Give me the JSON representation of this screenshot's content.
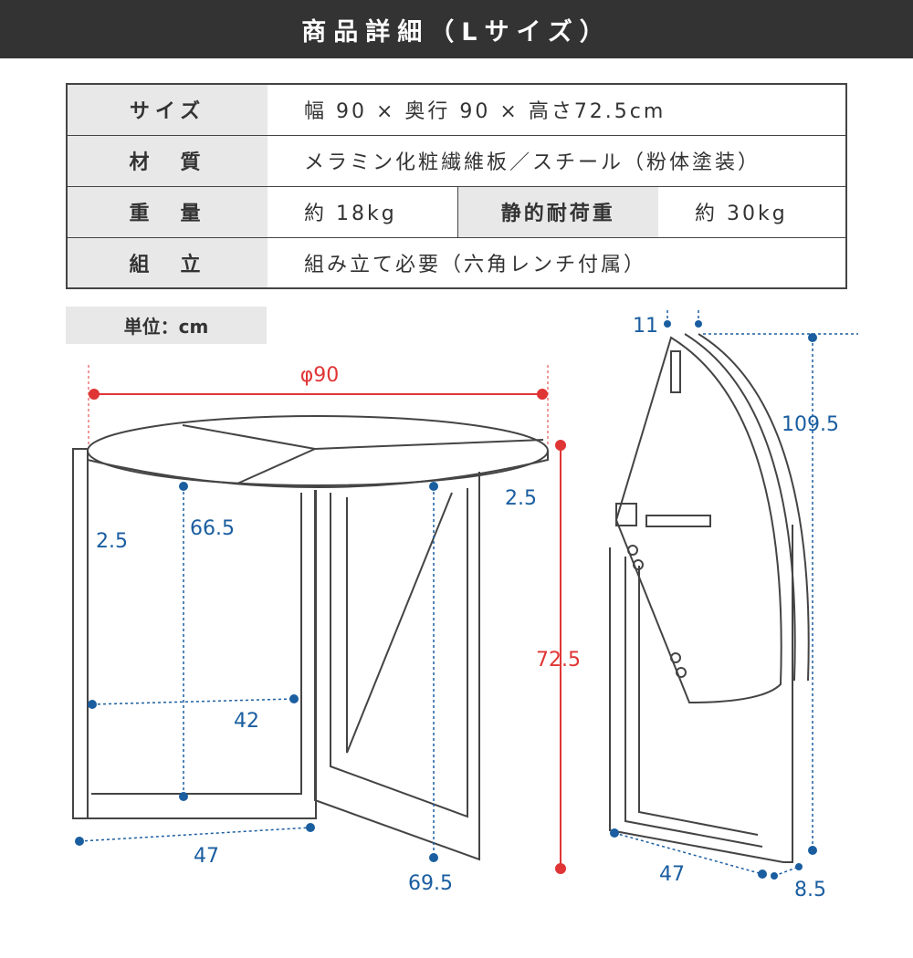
{
  "header": {
    "title": "商品詳細（Lサイズ）"
  },
  "specs": [
    {
      "label": "サイズ",
      "value": "幅 90 × 奥行 90 × 高さ72.5cm"
    },
    {
      "label": "材　質",
      "value": "メラミン化粧繊維板／スチール（粉体塗装）"
    },
    {
      "label": "重　量",
      "value": "約 18kg",
      "label2": "静的耐荷重",
      "value2": "約 30kg"
    },
    {
      "label": "組　立",
      "value": "組み立て必要（六角レンチ付属）"
    }
  ],
  "unit_label": "単位：cm",
  "dimensions": {
    "diameter": "φ90",
    "height": "72.5",
    "top_thickness_right": "2.5",
    "frame_left": "2.5",
    "leg_height": "66.5",
    "inner_width": "42",
    "base_width": "47",
    "depth": "69.5",
    "folded_thickness": "11",
    "folded_height": "109.5",
    "folded_base": "47",
    "folded_depth": "8.5"
  },
  "colors": {
    "blue": "#1a5ea0",
    "red": "#e03535"
  }
}
